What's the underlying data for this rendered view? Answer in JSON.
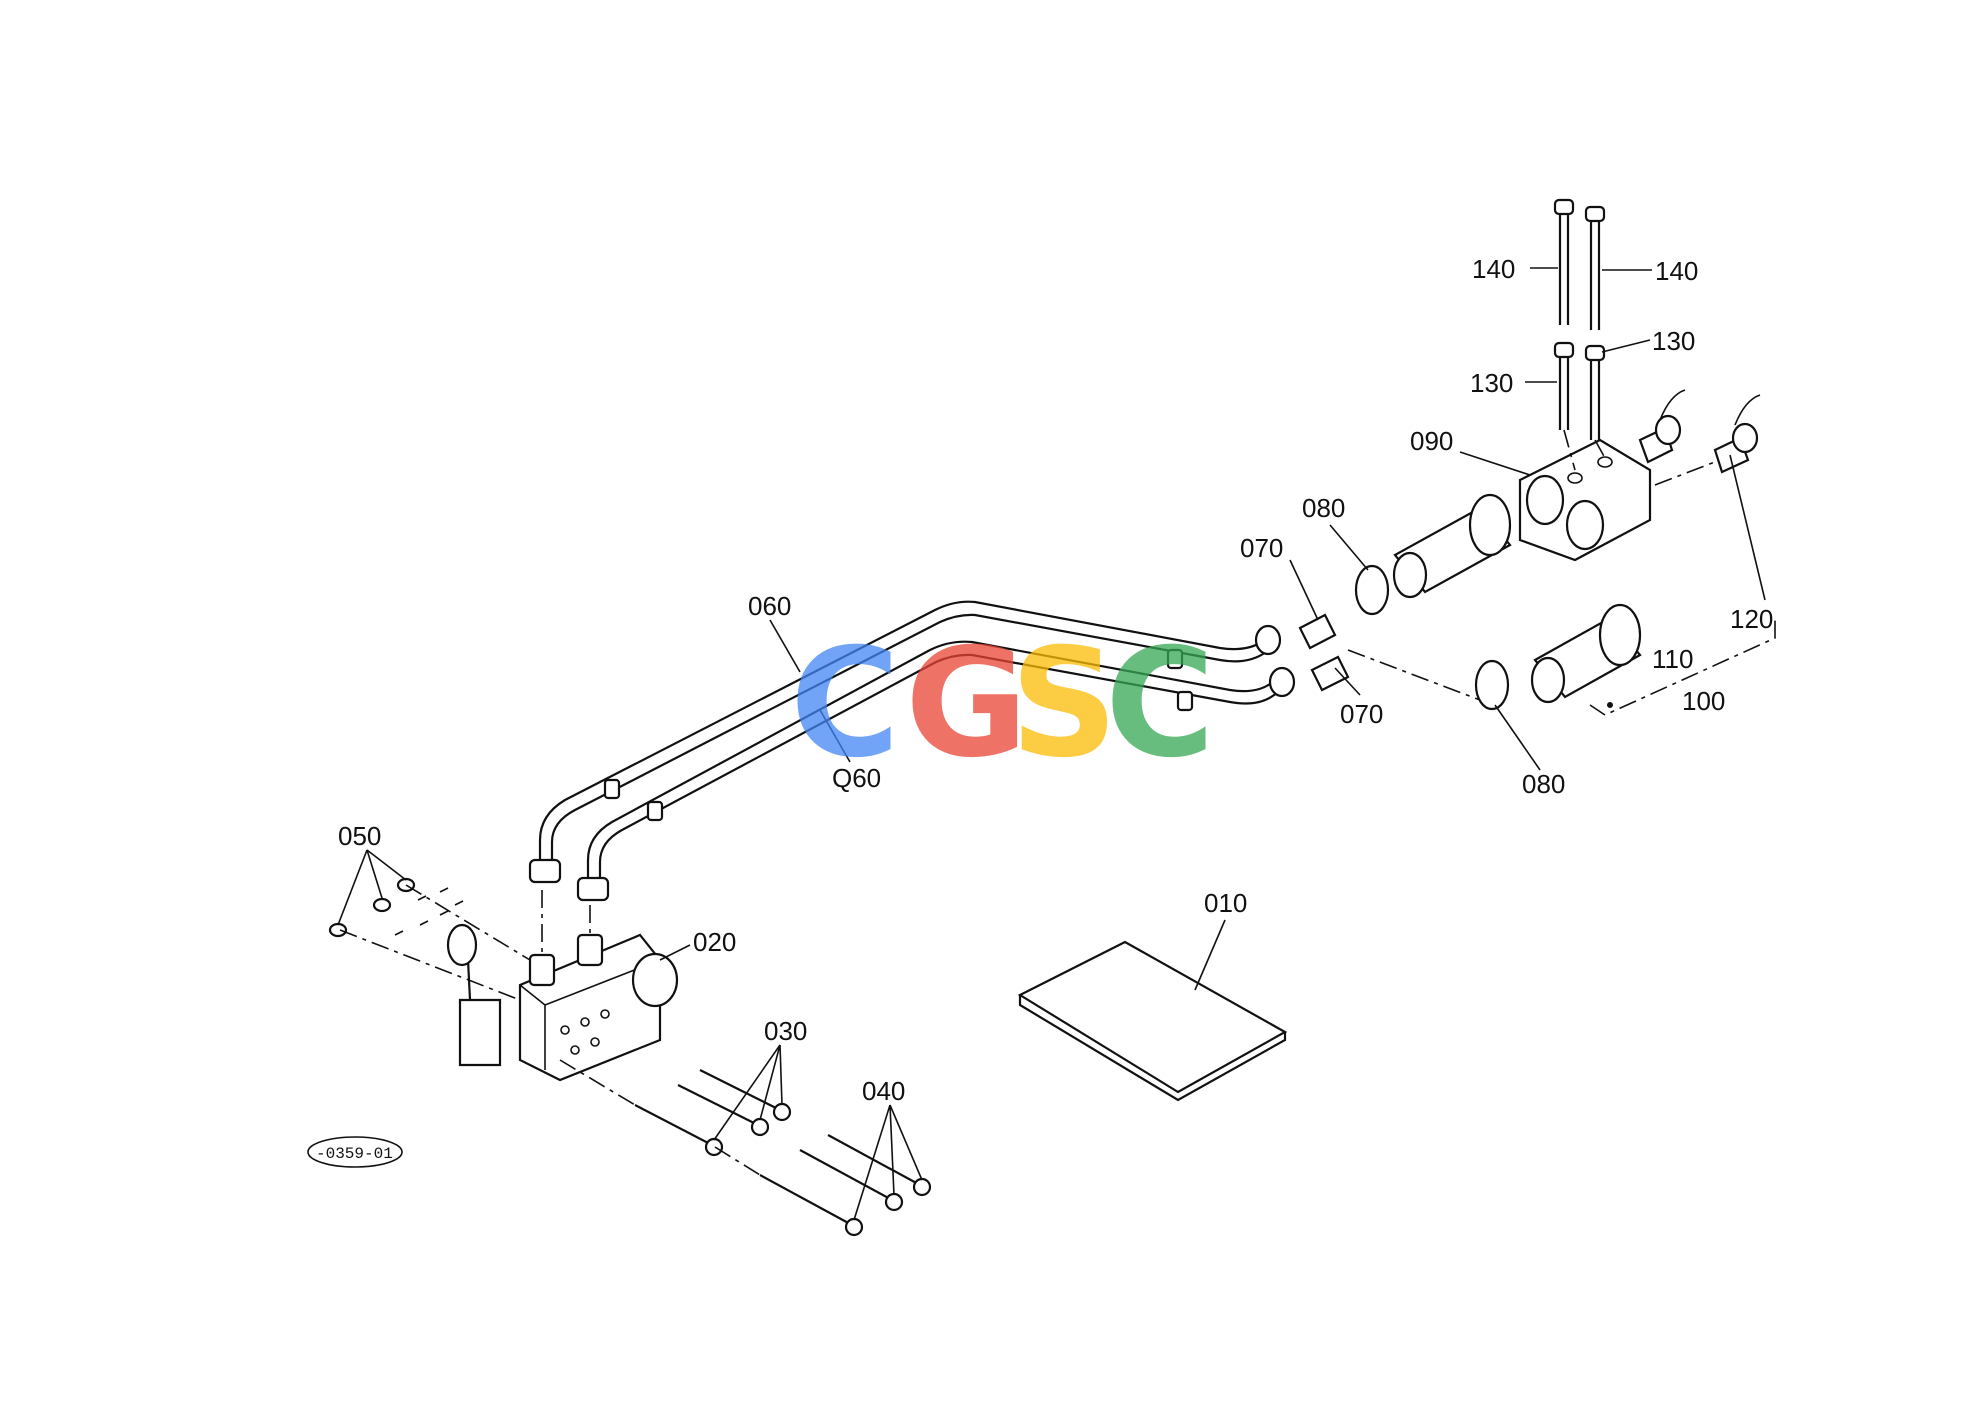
{
  "diagram": {
    "callouts": {
      "p010": "010",
      "p020": "020",
      "p030": "030",
      "p040": "040",
      "p050": "050",
      "p060a": "060",
      "p060b": "Q60",
      "p070a": "070",
      "p070b": "070",
      "p080a": "080",
      "p080b": "080",
      "p090": "090",
      "p100": "100",
      "p110": "110",
      "p120": "120",
      "p130a": "130",
      "p130b": "130",
      "p140a": "140",
      "p140b": "140"
    },
    "drawing_code": "-0359-01",
    "watermark": {
      "letters": [
        "C",
        "G",
        "S",
        "C"
      ],
      "colors": [
        "#4285F4",
        "#EA4335",
        "#FBBC05",
        "#34A853"
      ]
    }
  }
}
